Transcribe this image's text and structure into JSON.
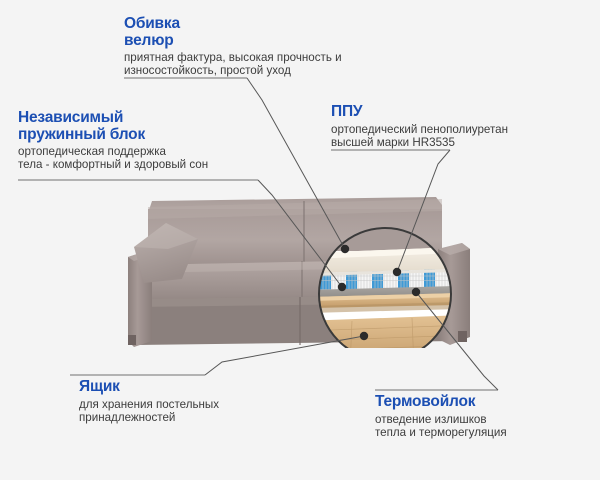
{
  "page": {
    "background_color": "#f4f4f4",
    "accent_color": "#1c4fb3",
    "body_text_color": "#3c3c3c",
    "line_color": "#575757",
    "product": "sofa-cutaway-infographic"
  },
  "annotations": [
    {
      "id": "upholstery",
      "title": "Обивка\nвелюр",
      "body": "приятная фактура, высокая прочность и\nизносостойкость, простой уход"
    },
    {
      "id": "springs",
      "title": "Независимый\nпружинный блок",
      "body": "ортопедическая поддержка\nтела - комфортный и здоровый сон"
    },
    {
      "id": "ppu",
      "title": "ППУ",
      "body": "ортопедический пенополиуретан\nвысшей марки HR3535"
    },
    {
      "id": "drawer",
      "title": "Ящик",
      "body": "для хранения постельных\nпринадлежностей"
    },
    {
      "id": "felt",
      "title": "Термовойлок",
      "body": "отведение излишков\nтепла и терморегуляция"
    }
  ],
  "colors": {
    "upholstery_light": "#b4a8a5",
    "upholstery_mid": "#9b8e8b",
    "upholstery_dark": "#7d716f",
    "foam_cream": "#efe9dd",
    "spring_blue": "#3f9ad6",
    "spring_white": "#f2f2f2",
    "felt_gray": "#9d9a96",
    "wood_light": "#dcb886",
    "wood_mid": "#c79d6b"
  }
}
